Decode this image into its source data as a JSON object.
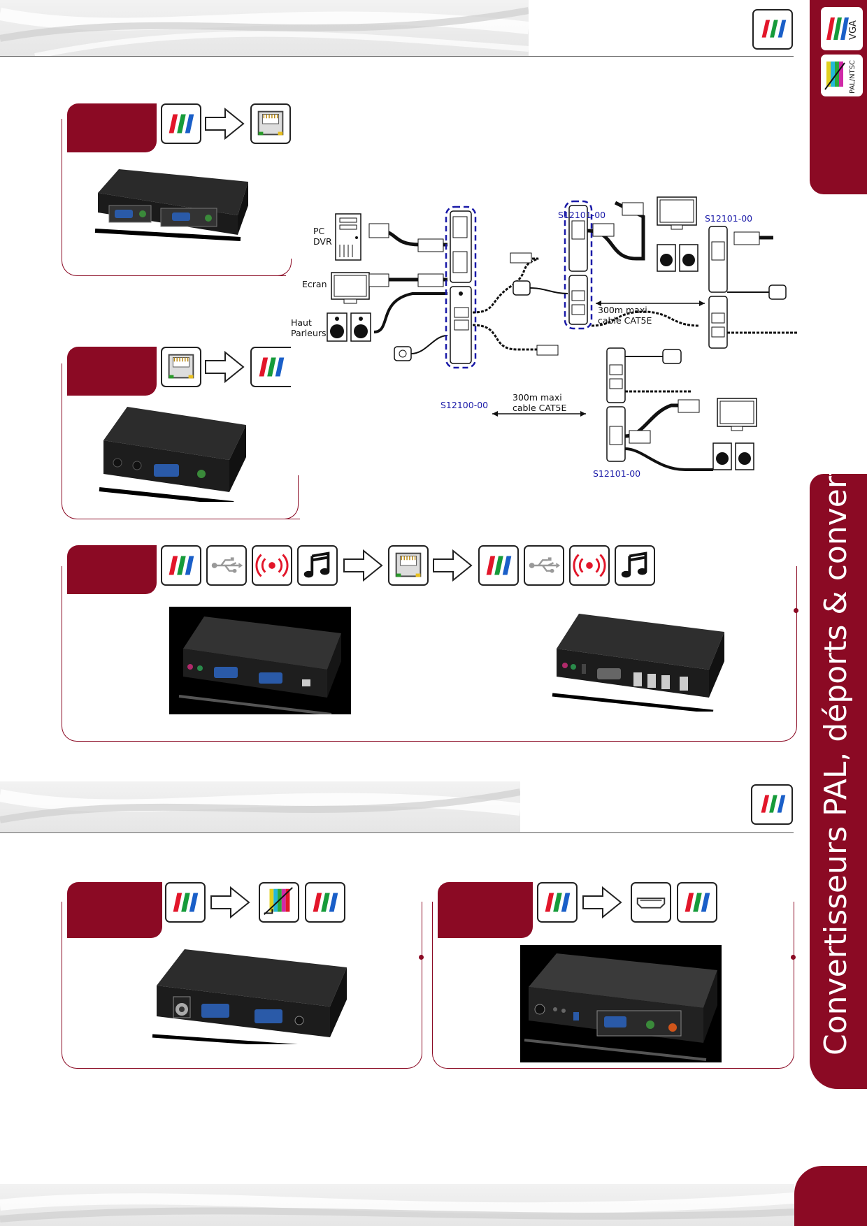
{
  "sidebar": {
    "title": "Convertisseurs PAL, déports & convertiseurs VGA",
    "icon_vga_label": "VGA",
    "icon_pal_label": "PAL/NTSC"
  },
  "diagram": {
    "pc_label": "PC",
    "dvr_label": "DVR",
    "screen_label": "Ecran",
    "speakers_label_1": "Haut",
    "speakers_label_2": "Parleurs",
    "sender_model": "S12100-00",
    "receiver_model_1": "S12101-00",
    "receiver_model_2": "S12101-00",
    "receiver_model_3": "S12101-00",
    "distance_1_line1": "300m maxi",
    "distance_1_line2": "cable CAT5E",
    "distance_2_line1": "300m maxi",
    "distance_2_line2": "cable CAT5E"
  },
  "colors": {
    "accent": "#8b0a24",
    "vga_red": "#e2162a",
    "vga_green": "#169b3a",
    "vga_blue": "#1a5fc8"
  },
  "icons": [
    "vga-icon",
    "rj45-icon",
    "usb-icon",
    "wireless-icon",
    "audio-icon",
    "pal-ntsc-icon",
    "hdmi-icon"
  ]
}
